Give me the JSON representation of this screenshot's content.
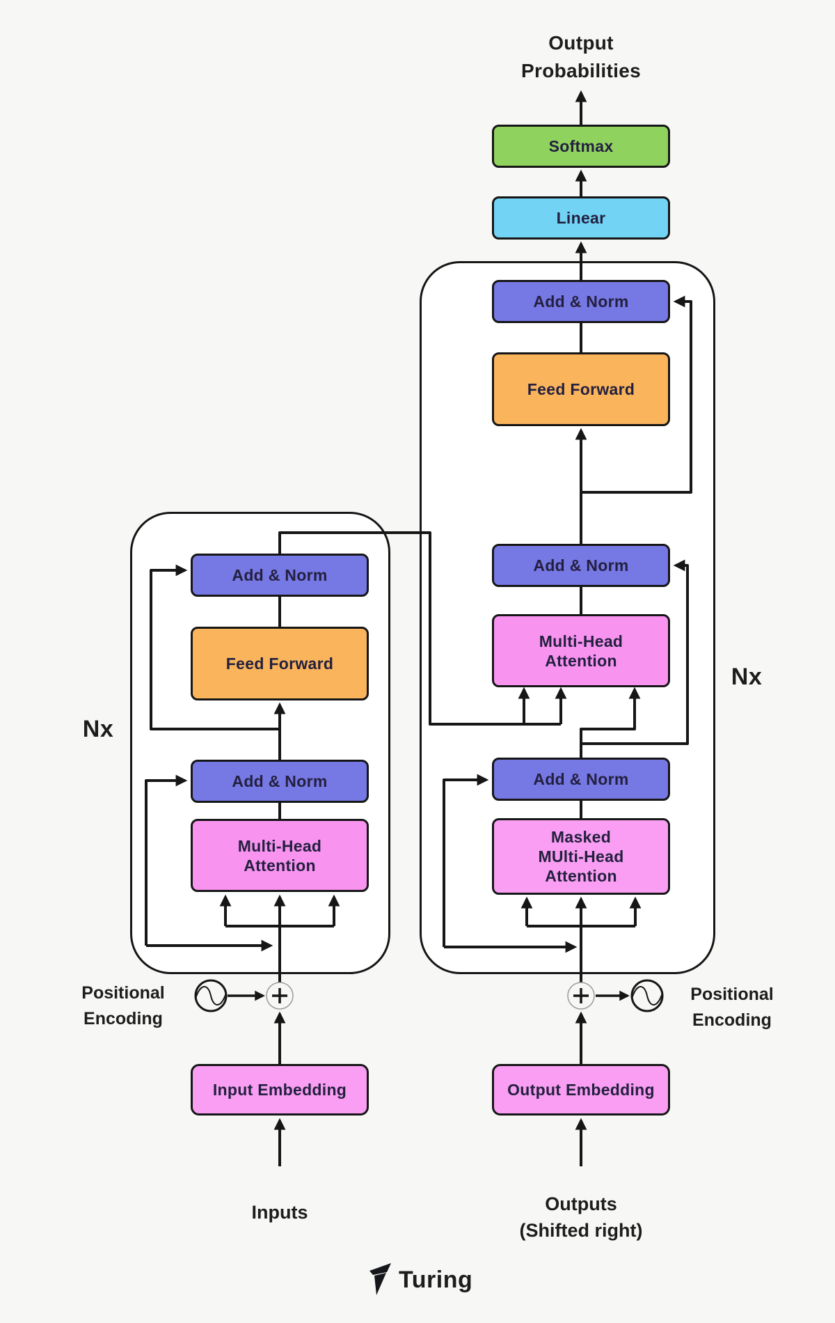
{
  "title": {
    "text": "Output\nProbabilities"
  },
  "colors": {
    "bg": "#f7f7f5",
    "containerFill": "#ffffff",
    "line": "#161616",
    "boxText": "#23203f",
    "labelText": "#1d1d1d",
    "purple": "#7678e4",
    "orange": "#f9b45c",
    "pink": "#f893f0",
    "pinkLight": "#f99ef2",
    "green": "#90d25e",
    "blue": "#72d3f4"
  },
  "nodes": {
    "softmax": {
      "label": "Softmax"
    },
    "linear": {
      "label": "Linear"
    },
    "dec_addnorm_top": {
      "label": "Add & Norm"
    },
    "dec_ff": {
      "label": "Feed Forward"
    },
    "dec_addnorm_mid": {
      "label": "Add & Norm"
    },
    "dec_mha": {
      "label": "Multi-Head\nAttention"
    },
    "dec_addnorm_bottom": {
      "label": "Add & Norm"
    },
    "dec_masked_mha": {
      "label": "Masked\nMUlti-Head\nAttention"
    },
    "enc_addnorm_top": {
      "label": "Add & Norm"
    },
    "enc_ff": {
      "label": "Feed Forward"
    },
    "enc_addnorm_bottom": {
      "label": "Add & Norm"
    },
    "enc_mha": {
      "label": "Multi-Head\nAttention"
    },
    "input_embedding": {
      "label": "Input Embedding"
    },
    "output_embedding": {
      "label": "Output Embedding"
    }
  },
  "annotations": {
    "nx_left": "Nx",
    "nx_right": "Nx",
    "pos_enc_left": "Positional\nEncoding",
    "pos_enc_right": "Positional\nEncoding",
    "inputs": "Inputs",
    "outputs": "Outputs\n(Shifted right)"
  },
  "footer": {
    "brand": "Turing"
  }
}
